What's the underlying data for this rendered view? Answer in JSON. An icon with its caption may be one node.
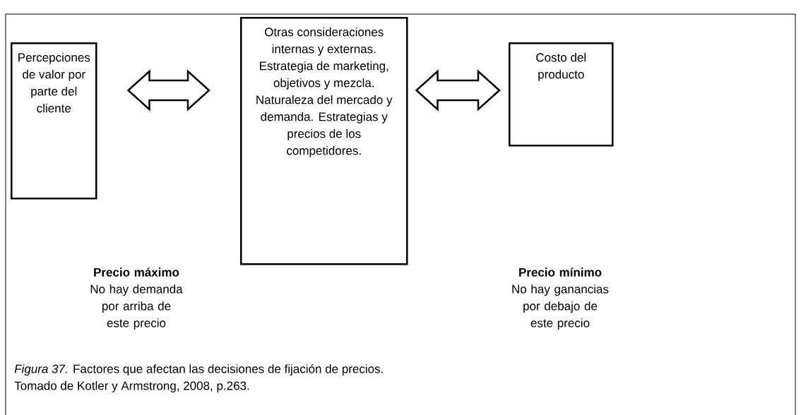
{
  "diagram": {
    "nodes": [
      {
        "text": [
          "Percepciones de valor por parte del cliente"
        ],
        "beside": [
          "Precio máximo",
          "No hay demanda por arriba de este precio"
        ]
      },
      {
        "text": [
          "Otras consideraciones internas y externas. Estrategia de marketing, objetivos y mezcla. Naturaleza del mercado y demanda. Estrategias y precios de los competidores."
        ]
      },
      {
        "text": [
          "Costo del producto"
        ],
        "beside": [
          "Precio mínimo",
          "No hay ganancias por debajo de este precio"
        ]
      }
    ],
    "edges": [
      {
        "from": 0,
        "to": 1,
        "arrow": "both"
      },
      {
        "from": 1,
        "to": 2,
        "arrow": "both"
      }
    ],
    "caption": "*Figura 37.* Factores que afectan las decisiones de fijación de precios.",
    "labels": [
      "Tomado de Kotler y Armstrong, 2008, p.263."
    ]
  }
}
